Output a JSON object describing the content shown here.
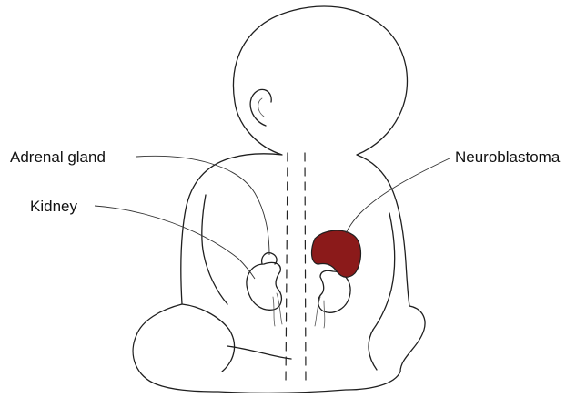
{
  "labels": {
    "adrenal_gland": "Adrenal gland",
    "kidney": "Kidney",
    "neuroblastoma": "Neuroblastoma"
  },
  "colors": {
    "tumor": "#8b1a1a",
    "outline": "#1f1f1f",
    "background": "#ffffff"
  }
}
